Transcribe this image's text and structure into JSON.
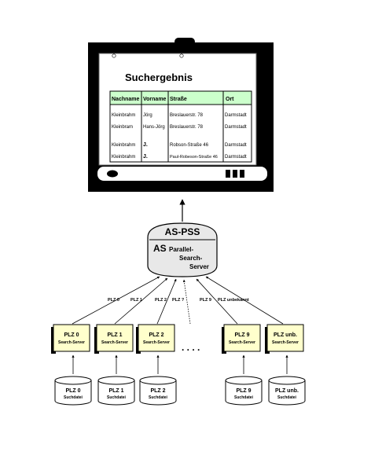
{
  "screen": {
    "title": "Suchergebnis",
    "table": {
      "headers": [
        "Nachname",
        "Vorname",
        "Straße",
        "Ort"
      ],
      "rows": [
        [
          "Kleinbrahm",
          "Jörg",
          "Breslauerstr. 78",
          "Darmstadt"
        ],
        [
          "Kleinbram",
          "Hans-Jörg",
          "Breslauerstr. 78",
          "Darmstadt"
        ],
        [
          "Kleinbrahm",
          "J.",
          "Robson-Straße 46",
          "Darmstadt"
        ],
        [
          "Kleinbrahm",
          "J.",
          "Paul-Robeson-Straße 46",
          "Darmstadt"
        ]
      ]
    }
  },
  "hub": {
    "title": "AS-PSS",
    "prefix": "AS",
    "line1": "Parallel-",
    "line2": "Search-",
    "line3": "Server"
  },
  "connections": [
    "PLZ 0",
    "PLZ 1",
    "PLZ 2",
    "PLZ ?",
    "PLZ 9",
    "PLZ unbekannt"
  ],
  "servers": [
    {
      "name": "PLZ 0",
      "sub": "Search-Server"
    },
    {
      "name": "PLZ 1",
      "sub": "Search-Server"
    },
    {
      "name": "PLZ 2",
      "sub": "Search-Server"
    },
    {
      "name": "PLZ 9",
      "sub": "Search-Server"
    },
    {
      "name": "PLZ unb.",
      "sub": "Search-Server"
    }
  ],
  "ellipsis": ". . . .",
  "files": [
    {
      "name": "PLZ 0",
      "sub": "Suchdatei"
    },
    {
      "name": "PLZ 1",
      "sub": "Suchdatei"
    },
    {
      "name": "PLZ 2",
      "sub": "Suchdatei"
    },
    {
      "name": "PLZ 9",
      "sub": "Suchdatei"
    },
    {
      "name": "PLZ unb.",
      "sub": "Suchdatei"
    }
  ],
  "colors": {
    "header_green": "#ccffcc",
    "server_fill": "#ffffcc",
    "hub_fill": "#e8e8e8"
  }
}
